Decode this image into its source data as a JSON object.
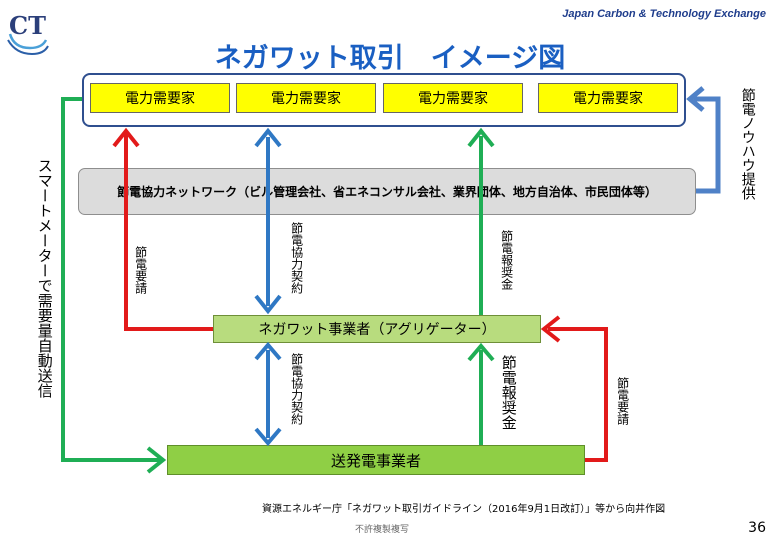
{
  "header": {
    "org_name": "Japan Carbon & Technology Exchange",
    "logo_text": "CT",
    "title": "ネガワット取引　イメージ図"
  },
  "consumers": [
    {
      "label": "電力需要家"
    },
    {
      "label": "電力需要家"
    },
    {
      "label": "電力需要家"
    },
    {
      "label": "電力需要家"
    }
  ],
  "network_label": "節電協力ネットワーク（ビル管理会社、省エネコンサル会社、業界団体、地方自治体、市民団体等）",
  "aggregator_label": "ネガワット事業者（アグリゲーター）",
  "utility_label": "送発電事業者",
  "flows": {
    "smart_meter": "スマートメーターで需要量自動送信",
    "know_how": "節電ノウハウ提供",
    "request_left": "節電要請",
    "contract_upper": "節電協力契約",
    "reward_upper": "節電報奨金",
    "contract_lower": "節電協力契約",
    "reward_lower": "節電報奨金",
    "request_right": "節電要請"
  },
  "footer": {
    "source": "資源エネルギー庁「ネガワット取引ガイドライン（2016年9月1日改訂）」等から向井作図",
    "copyright": "不許複製複写",
    "page_number": "36"
  },
  "colors": {
    "title": "#1a5fc2",
    "red_arrow": "#e21a1a",
    "blue_arrow": "#2f78c4",
    "green_arrow": "#1fae55",
    "consumer_box": "#ffff00",
    "aggregator_box": "#b8dc7e",
    "utility_box": "#8fcf45"
  }
}
